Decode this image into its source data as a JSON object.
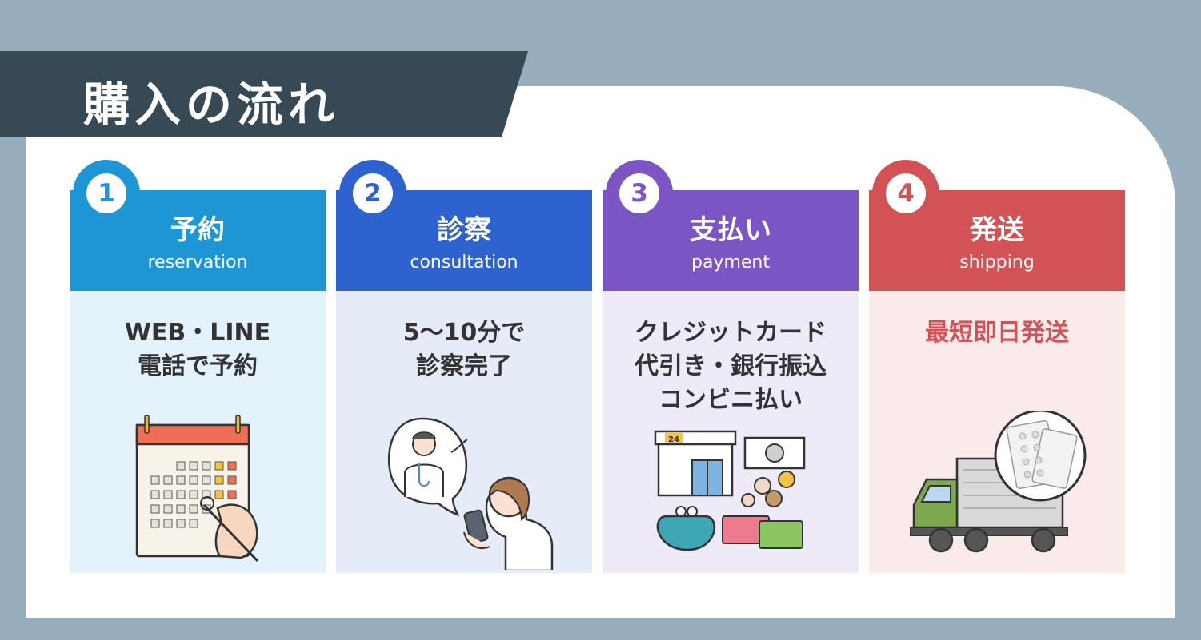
{
  "header": {
    "title": "購入の流れ"
  },
  "steps": [
    {
      "number": "1",
      "title": "予約",
      "subtitle": "reservation",
      "body": "WEB・LINE\n電話で予約",
      "color": "#1e96d6",
      "body_bg": "#e4f2fb",
      "illustration": "calendar-hand-icon"
    },
    {
      "number": "2",
      "title": "診察",
      "subtitle": "consultation",
      "body": "5〜10分で\n診察完了",
      "color": "#2e63cf",
      "body_bg": "#e6ebf8",
      "illustration": "doctor-patient-smartphone-icon"
    },
    {
      "number": "3",
      "title": "支払い",
      "subtitle": "payment",
      "body": "クレジットカード\n代引き・銀行振込\nコンビニ払い",
      "color": "#7b55c4",
      "body_bg": "#efeaf8",
      "illustration": "store-money-cards-icon"
    },
    {
      "number": "4",
      "title": "発送",
      "subtitle": "shipping",
      "body": "最短即日発送",
      "color": "#d35255",
      "body_bg": "#fbeaea",
      "body_color": "#d35255",
      "illustration": "truck-pills-icon"
    }
  ]
}
